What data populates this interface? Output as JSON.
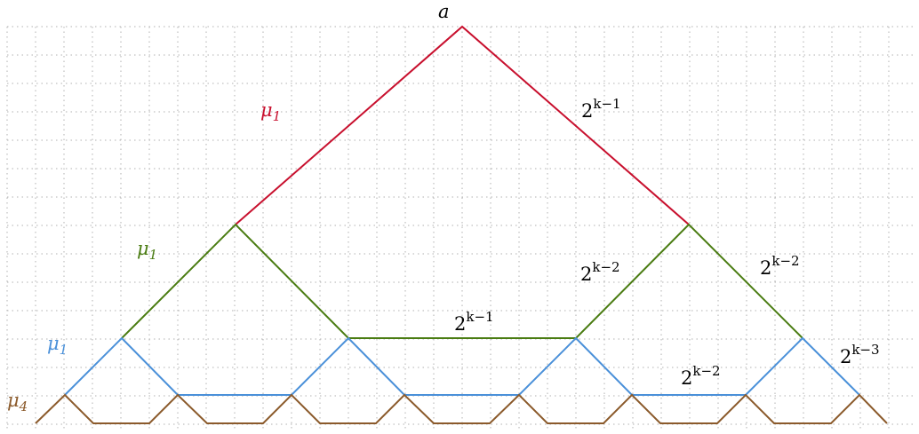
{
  "colors": {
    "top": "#c8102e",
    "second": "#4a7c12",
    "third": "#4a90d9",
    "bottom": "#8b5a2b",
    "grid": "#b0b0b0",
    "text": "#000000"
  },
  "labels": {
    "apex": "a",
    "mu_top": "μ",
    "mu_top_sub": "1",
    "mu_second": "μ",
    "mu_second_sub": "1",
    "mu_third": "μ",
    "mu_third_sub": "1",
    "mu_bottom": "μ",
    "mu_bottom_sub": "4",
    "edge_top_right_base": "2",
    "edge_top_right_exp": "k−1",
    "edge_second_inner_base": "2",
    "edge_second_inner_exp": "k−2",
    "edge_second_outer_base": "2",
    "edge_second_outer_exp": "k−2",
    "edge_middle_flat_base": "2",
    "edge_middle_flat_exp": "k−1",
    "edge_third_flat_base": "2",
    "edge_third_flat_exp": "k−2",
    "edge_third_right_base": "2",
    "edge_third_right_exp": "k−3"
  }
}
